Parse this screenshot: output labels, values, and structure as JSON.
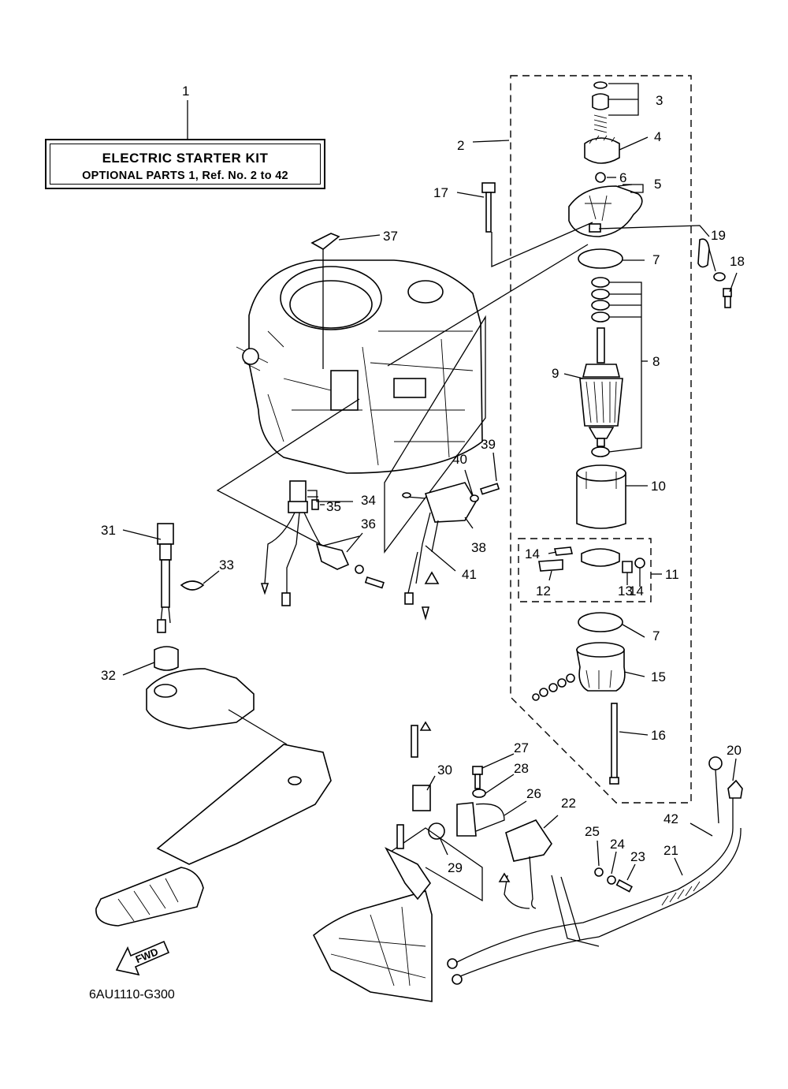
{
  "kit": {
    "title": "ELECTRIC STARTER KIT",
    "subtitle": "OPTIONAL  PARTS 1,  Ref.  No.  2  to  42"
  },
  "diagram_code": "6AU1110-G300",
  "fwd_label": "FWD",
  "callouts": {
    "n1": "1",
    "n2": "2",
    "n3": "3",
    "n4": "4",
    "n5": "5",
    "n6": "6",
    "n7a": "7",
    "n7b": "7",
    "n8": "8",
    "n9": "9",
    "n10": "10",
    "n11": "11",
    "n12": "12",
    "n13": "13",
    "n14a": "14",
    "n14b": "14",
    "n15": "15",
    "n16": "16",
    "n17": "17",
    "n18": "18",
    "n19": "19",
    "n20": "20",
    "n21": "21",
    "n22": "22",
    "n23": "23",
    "n24": "24",
    "n25": "25",
    "n26": "26",
    "n27": "27",
    "n28": "28",
    "n29": "29",
    "n30": "30",
    "n31": "31",
    "n32": "32",
    "n33": "33",
    "n34": "34",
    "n35": "35",
    "n36": "36",
    "n37": "37",
    "n38": "38",
    "n39": "39",
    "n40": "40",
    "n41": "41",
    "n42": "42"
  }
}
